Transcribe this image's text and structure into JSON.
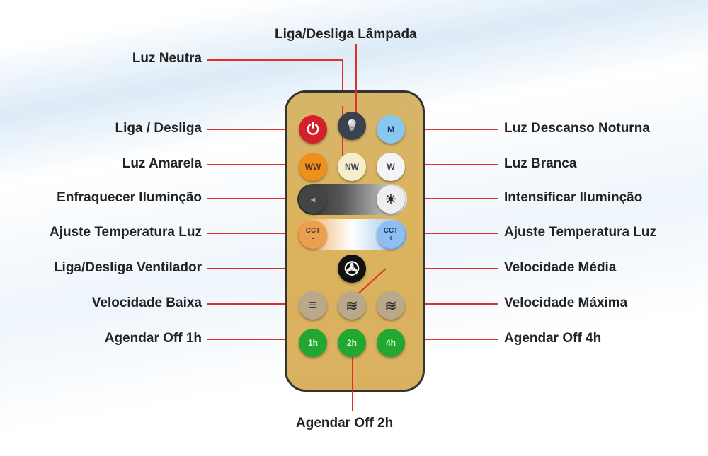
{
  "title_top": "Liga/Desliga Lâmpada",
  "left_labels": [
    "Luz Neutra",
    "Liga / Desliga",
    "Luz Amarela",
    "Enfraquecer Ilumin­ção",
    "Ajuste Temperatura Luz",
    "Liga/Desliga Ventilador",
    "Velocidade Baixa",
    "Agendar Off 1h"
  ],
  "right_labels": [
    "Luz Descanso Noturna",
    "Luz Branca",
    "Intensificar Iluminção",
    "Ajuste Temperatura Luz",
    "Velocidade Média",
    "Velocidade Máxima",
    "Agendar Off 4h"
  ],
  "bottom_label": "Agendar Off 2h",
  "buttons": {
    "m": "M",
    "ww": "WW",
    "nw": "NW",
    "w": "W",
    "cct_minus": "CCT\n-",
    "cct_plus": "CCT\n+",
    "t1": "1h",
    "t2": "2h",
    "t4": "4h",
    "fan": "✇",
    "power": "⏻",
    "bulb": "💡",
    "dim": "◂",
    "bright": "☀",
    "low": "≡",
    "mid": "≋",
    "max": "≋"
  },
  "colors": {
    "line": "#e0302a",
    "remote": "#dcb45e"
  }
}
